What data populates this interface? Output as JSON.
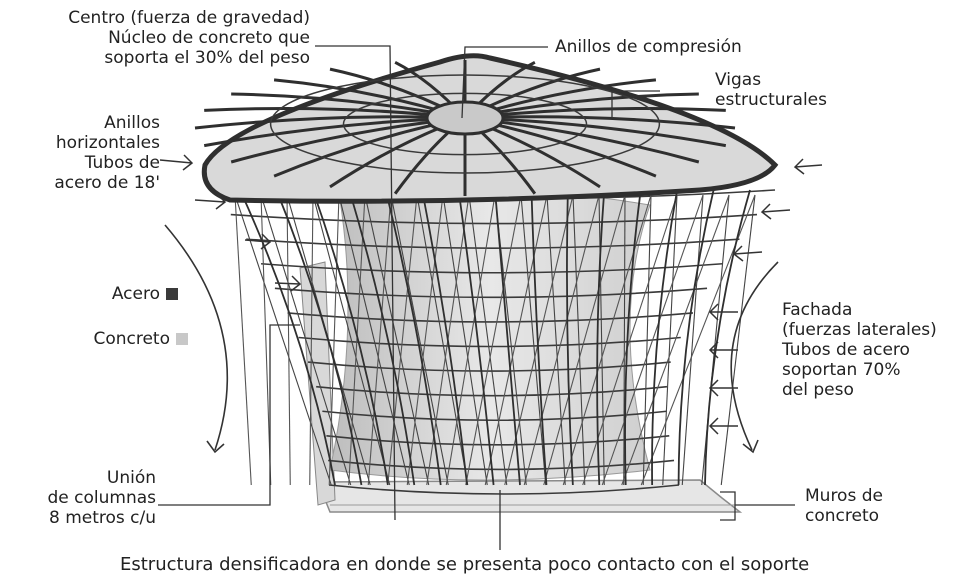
{
  "labels": {
    "centro": "Centro (fuerza de gravedad)\nNúcleo de concreto que\nsoporta el 30% del peso",
    "anillos_compresion": "Anillos de compresión",
    "vigas": "Vigas\nestructurales",
    "anillos_horizontales": "Anillos\nhorizontales\nTubos de\nacero de 18'",
    "acero": "Acero",
    "concreto": "Concreto",
    "fachada": "Fachada\n(fuerzas laterales)\nTubos de acero\nsoportan 70%\ndel peso",
    "union": "Unión\nde columnas\n8 metros c/u",
    "muros": "Muros de\nconcreto",
    "estructura": "Estructura densificadora en donde se presenta poco contacto con el soporte"
  },
  "legend": {
    "acero_color": "#3a3a3a",
    "concreto_color": "#c8c8c8"
  }
}
